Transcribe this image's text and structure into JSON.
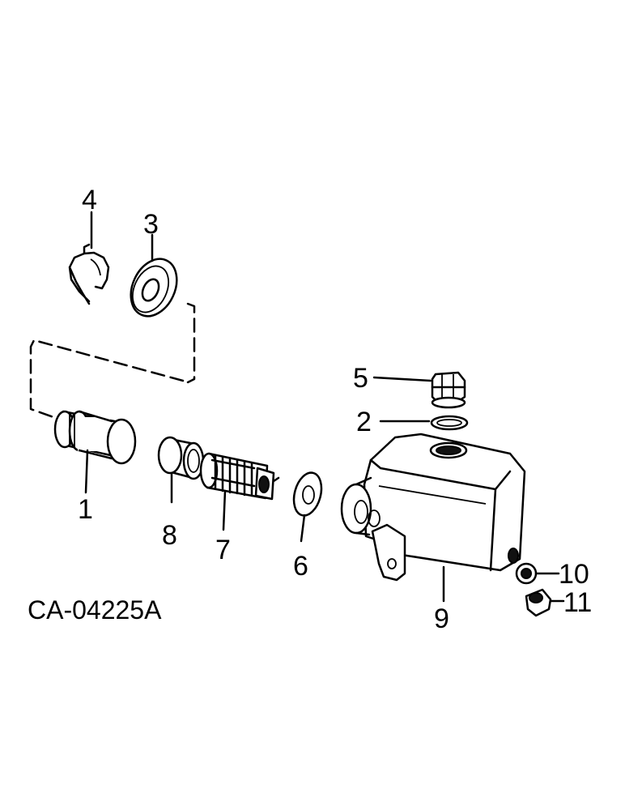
{
  "drawing_code": "CA-04225A",
  "callouts": [
    "1",
    "2",
    "3",
    "4",
    "5",
    "6",
    "7",
    "8",
    "9",
    "10",
    "11"
  ]
}
